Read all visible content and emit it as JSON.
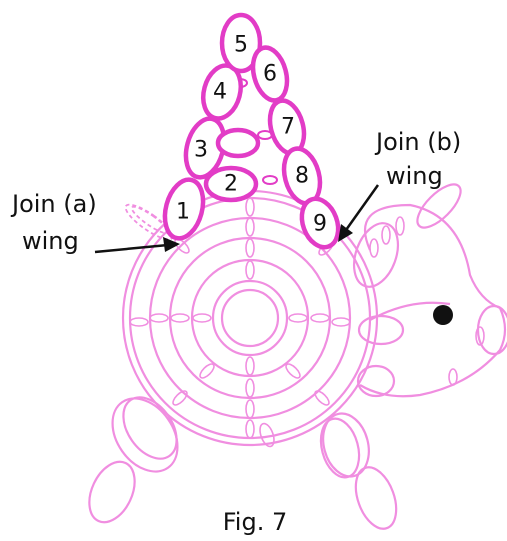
{
  "labels": {
    "join_a_line1": "Join (a)",
    "join_a_line2": "wing",
    "join_b_line1": "Join (b)",
    "join_b_line2": "wing",
    "caption": "Fig. 7"
  },
  "rings": [
    "1",
    "2",
    "3",
    "4",
    "5",
    "6",
    "7",
    "8",
    "9"
  ],
  "colors": {
    "outline_light": "#f08ee0",
    "outline_bold": "#e23cc6",
    "eye": "#111111",
    "text": "#111111"
  }
}
